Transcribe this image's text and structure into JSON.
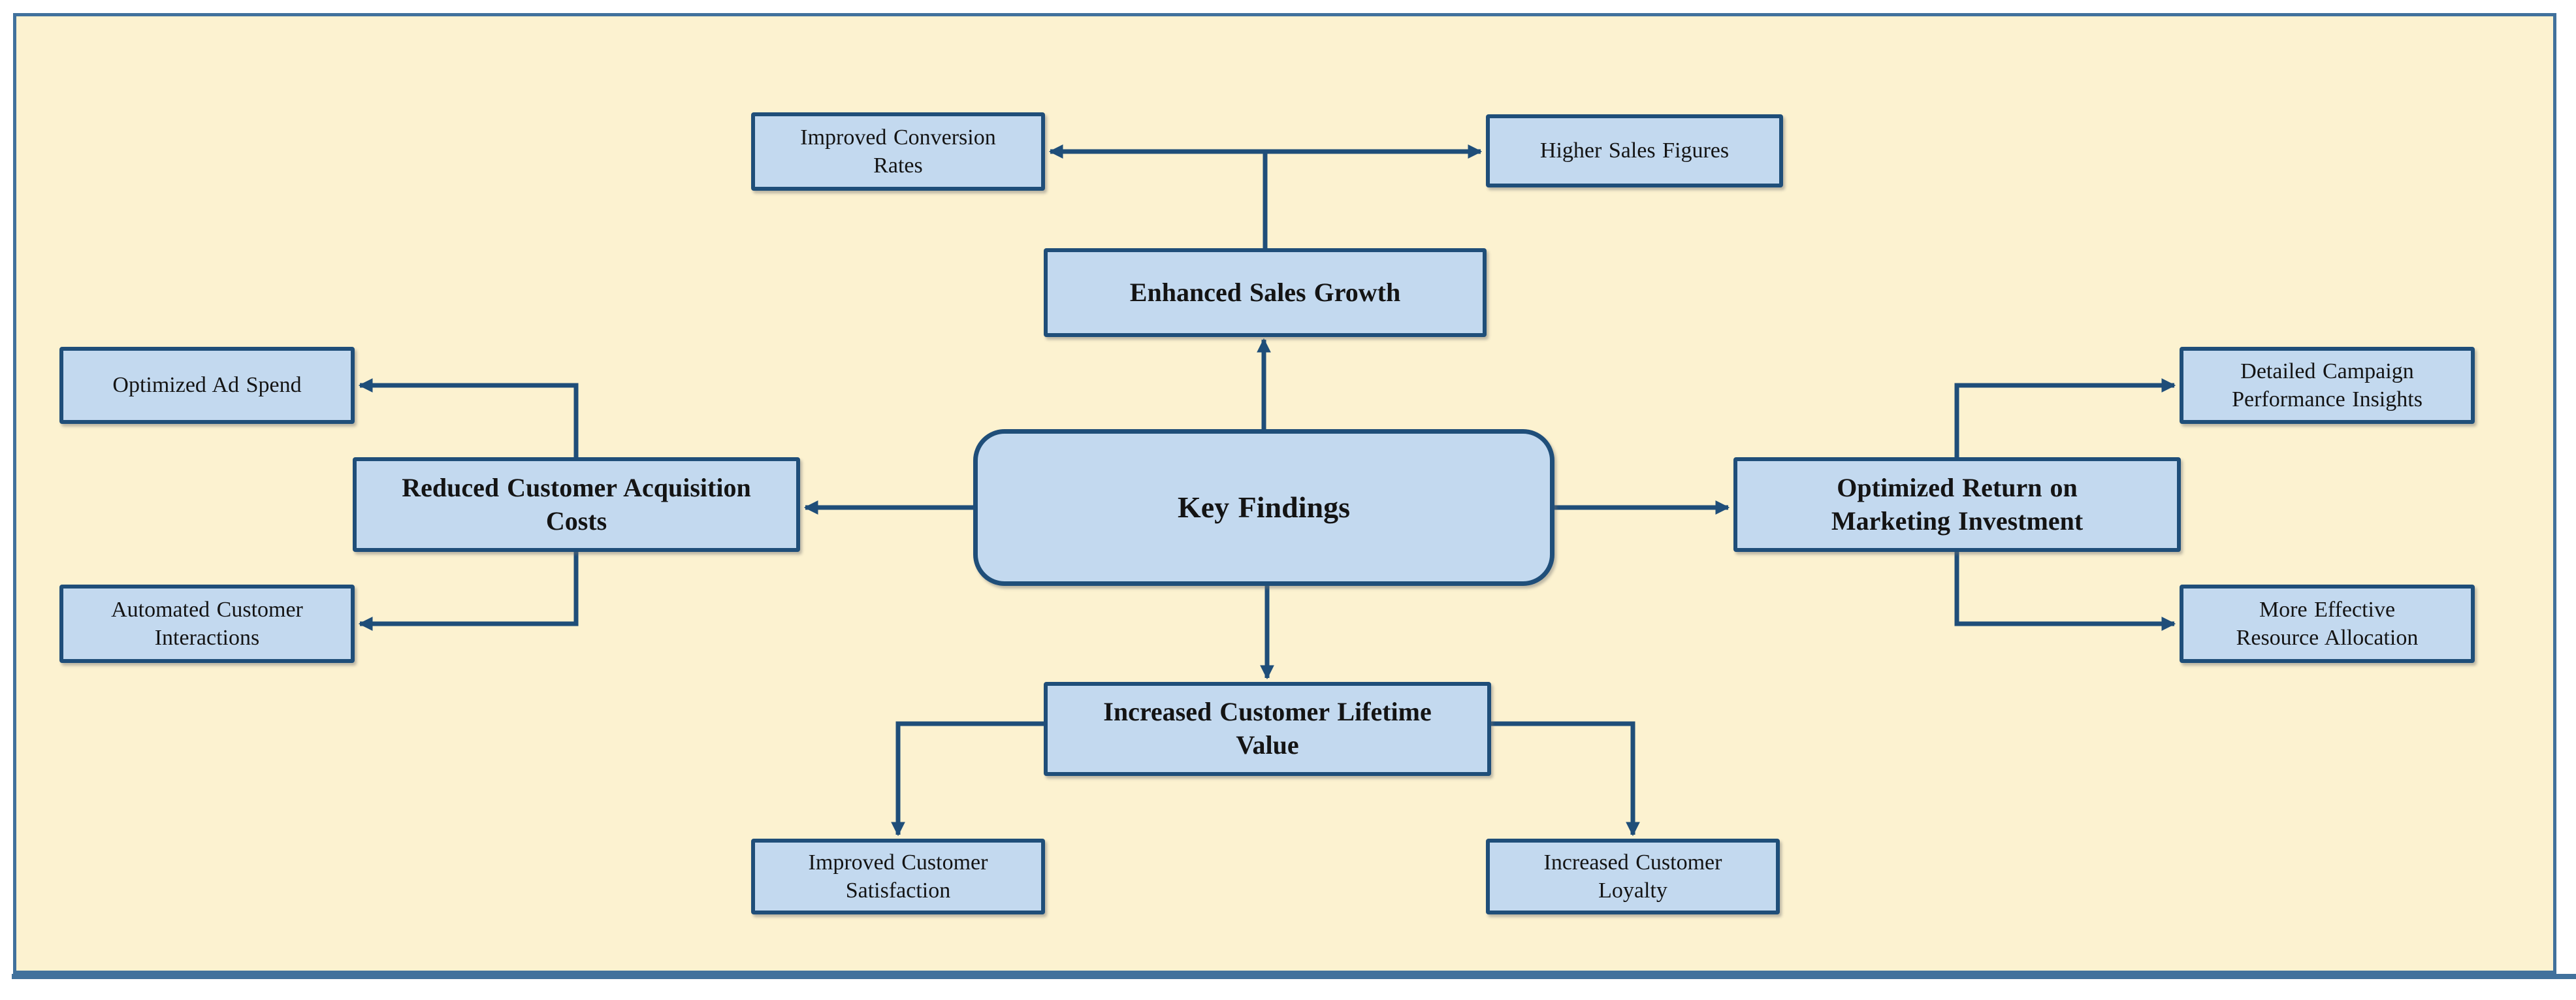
{
  "diagram": {
    "type": "mind-map",
    "root": "key_findings"
  },
  "colors": {
    "canvas_bg": "#FCF2D0",
    "frame_border": "#41719C",
    "node_fill": "#C3D9EF",
    "node_border": "#1F4E79",
    "line": "#1F4E79",
    "text": "#141414"
  },
  "nodes": {
    "key_findings": {
      "label": "Key Findings"
    },
    "enhanced_sales_growth": {
      "label": "Enhanced Sales Growth"
    },
    "improved_conversion_rates": {
      "label": "Improved Conversion\nRates"
    },
    "higher_sales_figures": {
      "label": "Higher Sales Figures"
    },
    "reduced_customer_acquisition_costs": {
      "label": "Reduced Customer Acquisition\nCosts"
    },
    "optimized_ad_spend": {
      "label": "Optimized Ad Spend"
    },
    "automated_customer_interactions": {
      "label": "Automated Customer\nInteractions"
    },
    "optimized_return_on_marketing_investment": {
      "label": "Optimized Return on\nMarketing Investment"
    },
    "detailed_campaign_performance_insights": {
      "label": "Detailed Campaign\nPerformance Insights"
    },
    "more_effective_resource_allocation": {
      "label": "More Effective\nResource Allocation"
    },
    "increased_customer_lifetime_value": {
      "label": "Increased Customer Lifetime\nValue"
    },
    "improved_customer_satisfaction": {
      "label": "Improved Customer\nSatisfaction"
    },
    "increased_customer_loyalty": {
      "label": "Increased Customer\nLoyalty"
    }
  },
  "edges": [
    {
      "from": "key_findings",
      "to": "enhanced_sales_growth",
      "arrow": "up"
    },
    {
      "from": "enhanced_sales_growth",
      "to": "improved_conversion_rates",
      "arrow": "left"
    },
    {
      "from": "enhanced_sales_growth",
      "to": "higher_sales_figures",
      "arrow": "right"
    },
    {
      "from": "key_findings",
      "to": "reduced_customer_acquisition_costs",
      "arrow": "left"
    },
    {
      "from": "reduced_customer_acquisition_costs",
      "to": "optimized_ad_spend",
      "arrow": "left"
    },
    {
      "from": "reduced_customer_acquisition_costs",
      "to": "automated_customer_interactions",
      "arrow": "left"
    },
    {
      "from": "key_findings",
      "to": "optimized_return_on_marketing_investment",
      "arrow": "right"
    },
    {
      "from": "optimized_return_on_marketing_investment",
      "to": "detailed_campaign_performance_insights",
      "arrow": "right"
    },
    {
      "from": "optimized_return_on_marketing_investment",
      "to": "more_effective_resource_allocation",
      "arrow": "right"
    },
    {
      "from": "key_findings",
      "to": "increased_customer_lifetime_value",
      "arrow": "down"
    },
    {
      "from": "increased_customer_lifetime_value",
      "to": "improved_customer_satisfaction",
      "arrow": "down"
    },
    {
      "from": "increased_customer_lifetime_value",
      "to": "increased_customer_loyalty",
      "arrow": "down"
    }
  ]
}
